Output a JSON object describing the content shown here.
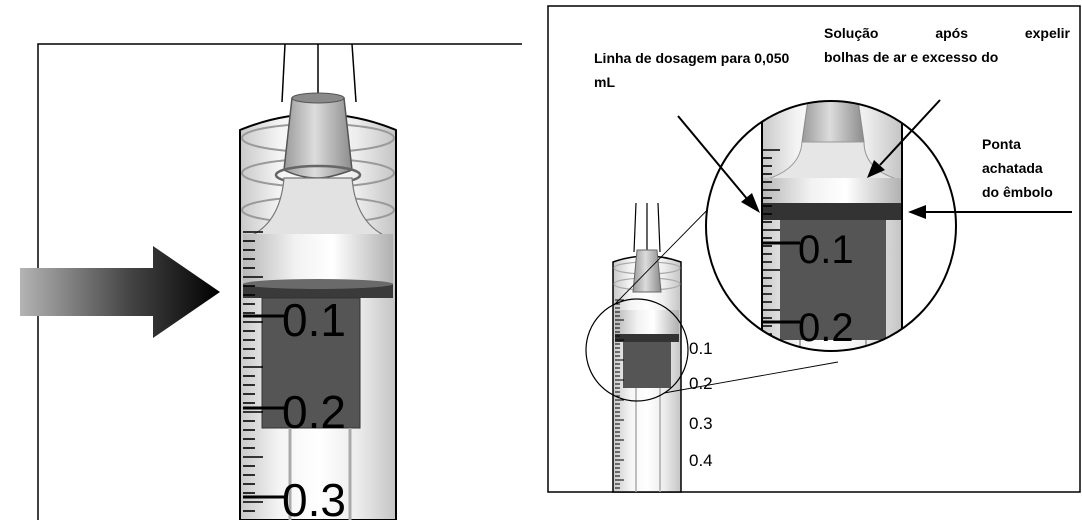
{
  "left_panel": {
    "scale_labels": [
      "0.1",
      "0.2",
      "0.3"
    ]
  },
  "right_panel": {
    "callouts": {
      "dosing_line": "Linha de dosagem para 0,050 mL",
      "solution_line1": "Solução após expelir",
      "solution_line2": "bolhas de ar e excesso do",
      "tip_line1": "Ponta",
      "tip_line2": "achatada",
      "tip_line3": "do êmbolo"
    },
    "syringe_scale_labels": [
      "0.1",
      "0.2",
      "0.3",
      "0.4"
    ],
    "zoom_scale_labels": [
      "0.1",
      "0.2"
    ]
  }
}
